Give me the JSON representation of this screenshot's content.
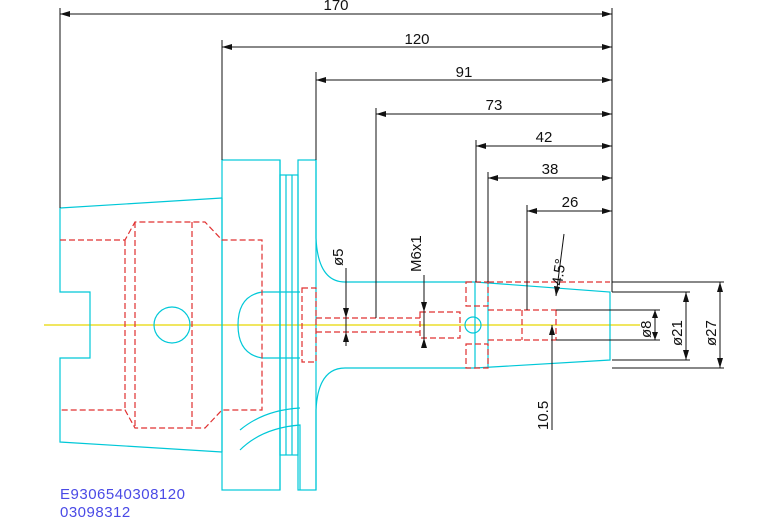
{
  "colors": {
    "outline": "#00c8d8",
    "hidden_lines": "#e03030",
    "centerline": "#e8d800",
    "dimensions": "#111111",
    "part_code": "#4a4ae6"
  },
  "dimensions": {
    "len_170": "170",
    "len_120": "120",
    "len_91": "91",
    "len_73": "73",
    "len_42": "42",
    "len_38": "38",
    "len_26": "26",
    "dia_5": "ø5",
    "thread": "M6x1",
    "angle": "4.5°",
    "len_10_5": "10.5",
    "dia_8": "ø8",
    "dia_21": "ø21",
    "dia_27": "ø27"
  },
  "part_code": {
    "line1": "E9306540308120",
    "line2": "03098312"
  }
}
